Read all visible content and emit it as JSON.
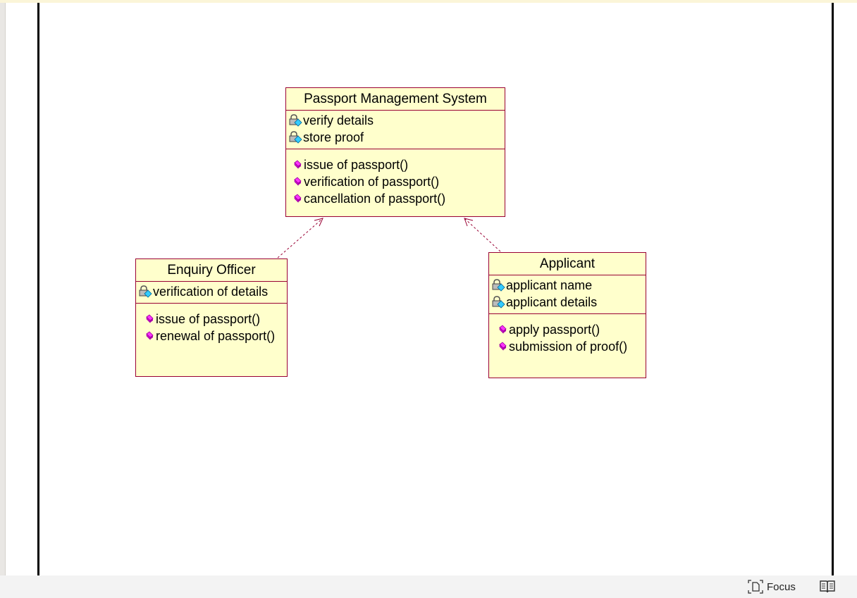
{
  "diagram": {
    "classes": [
      {
        "id": "pms",
        "name": "Passport Management System",
        "attributes": [
          "verify details",
          "store proof"
        ],
        "operations": [
          "issue of passport()",
          "verification of passport()",
          "cancellation of passport()"
        ]
      },
      {
        "id": "enquiry",
        "name": "Enquiry Officer",
        "attributes": [
          "verification of details"
        ],
        "operations": [
          "issue of passport()",
          "renewal of passport()"
        ]
      },
      {
        "id": "applicant",
        "name": "Applicant",
        "attributes": [
          "applicant name",
          "applicant details"
        ],
        "operations": [
          "apply passport()",
          "submission of proof()"
        ]
      }
    ],
    "relations": [
      {
        "from": "Enquiry Officer",
        "to": "Passport Management System",
        "type": "dependency",
        "style": "dashed-open-arrow"
      },
      {
        "from": "Applicant",
        "to": "Passport Management System",
        "type": "dependency",
        "style": "dashed-open-arrow"
      }
    ],
    "colors": {
      "class_fill": "#ffffcc",
      "class_border": "#990033",
      "attribute_icon": "#33ccff",
      "operation_icon": "#ff33ff",
      "connector": "#990033"
    }
  },
  "status_bar": {
    "focus_label": "Focus",
    "focus_icon": "focus-icon",
    "reading_icon": "immersive-reader-icon"
  }
}
